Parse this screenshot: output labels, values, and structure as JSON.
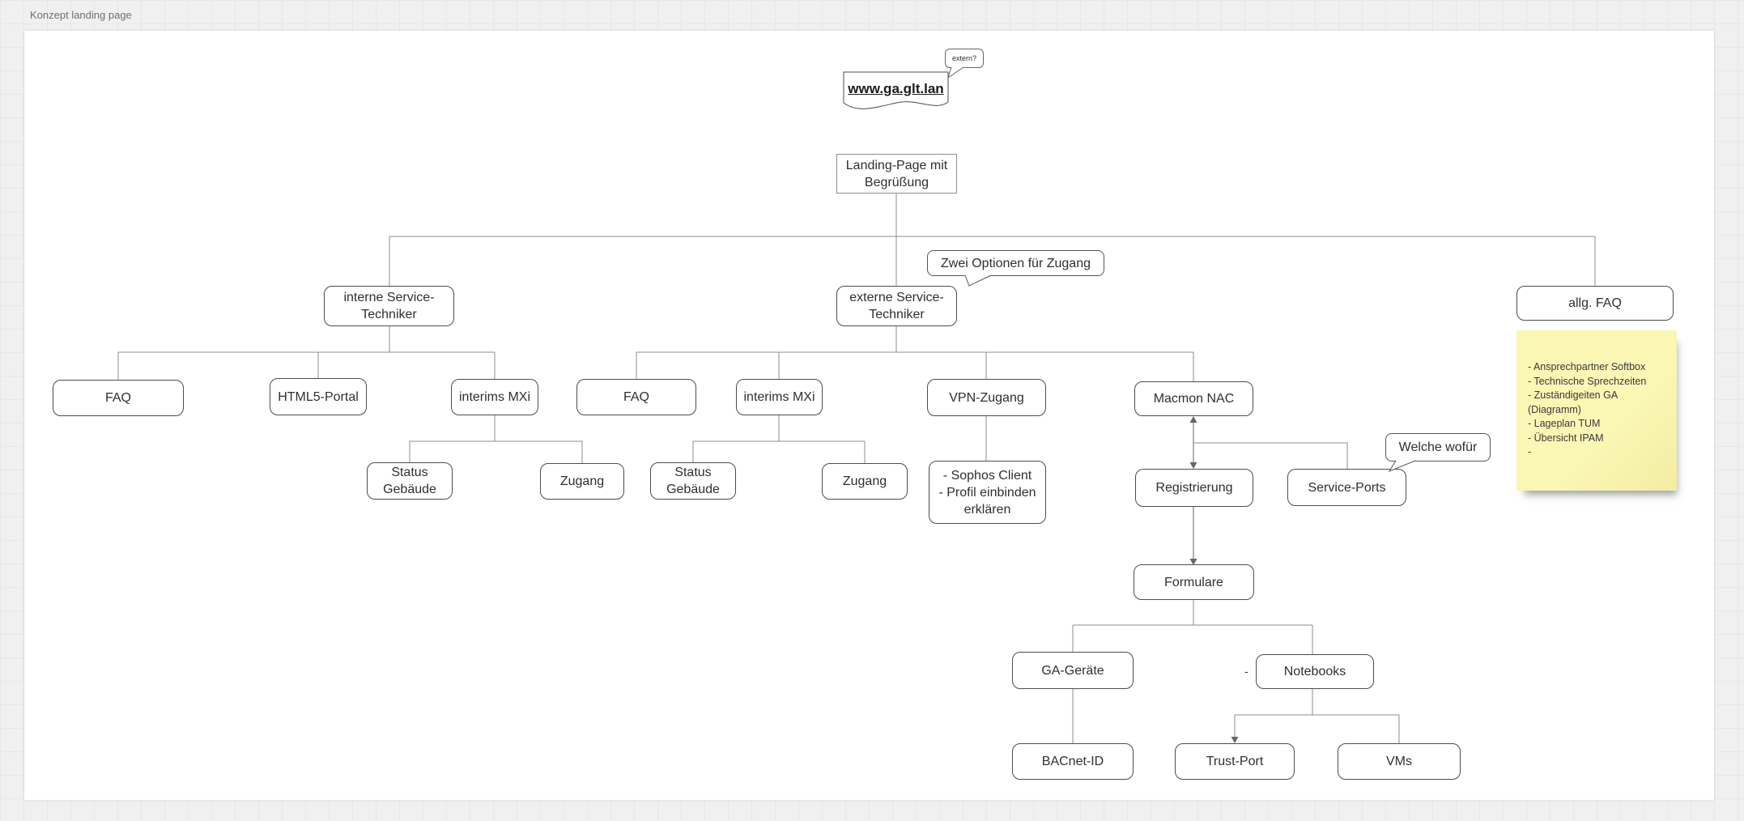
{
  "app": {
    "page_label": "Konzept landing page"
  },
  "colors": {
    "page_bg": "#f0f0f1",
    "canvas_bg": "#ffffff",
    "note_bg": "#faf6b4",
    "box_border": "#4d4d4d",
    "connector": "#8c8c8c",
    "arrow": "#666666"
  },
  "nodes": {
    "extern_callout": "extern?",
    "url_doc": "www.ga.glt.lan",
    "landing": "Landing-Page mit\nBegrüßung",
    "zwei_optionen": "Zwei Optionen für Zugang",
    "interne": "interne Service-\nTechniker",
    "externe": "externe Service-\nTechniker",
    "allg_faq": "allg. FAQ",
    "note": "- Ansprechpartner Softbox\n- Technische Sprechzeiten\n- Zuständigeiten GA\n(Diagramm)\n- Lageplan TUM\n- Übersicht IPAM\n-",
    "faq_left": "FAQ",
    "html5_portal": "HTML5-Portal",
    "mxi_left": "interims MXi",
    "faq_mid": "FAQ",
    "mxi_mid": "interims MXi",
    "vpn": "VPN-Zugang",
    "macmon": "Macmon NAC",
    "status_left": "Status\nGebäude",
    "zugang_left": "Zugang",
    "status_mid": "Status\nGebäude",
    "zugang_mid": "Zugang",
    "sophos": "- Sophos Client\n- Profil einbinden\nerklären",
    "welche_wofuer": "Welche wofür",
    "registrierung": "Registrierung",
    "service_ports": "Service-Ports",
    "formulare": "Formulare",
    "ga_geraete": "GA-Geräte",
    "notebooks": "Notebooks",
    "notebooks_edge_label": "-",
    "bacnet_id": "BACnet-ID",
    "trust_port": "Trust-Port",
    "vms": "VMs"
  }
}
